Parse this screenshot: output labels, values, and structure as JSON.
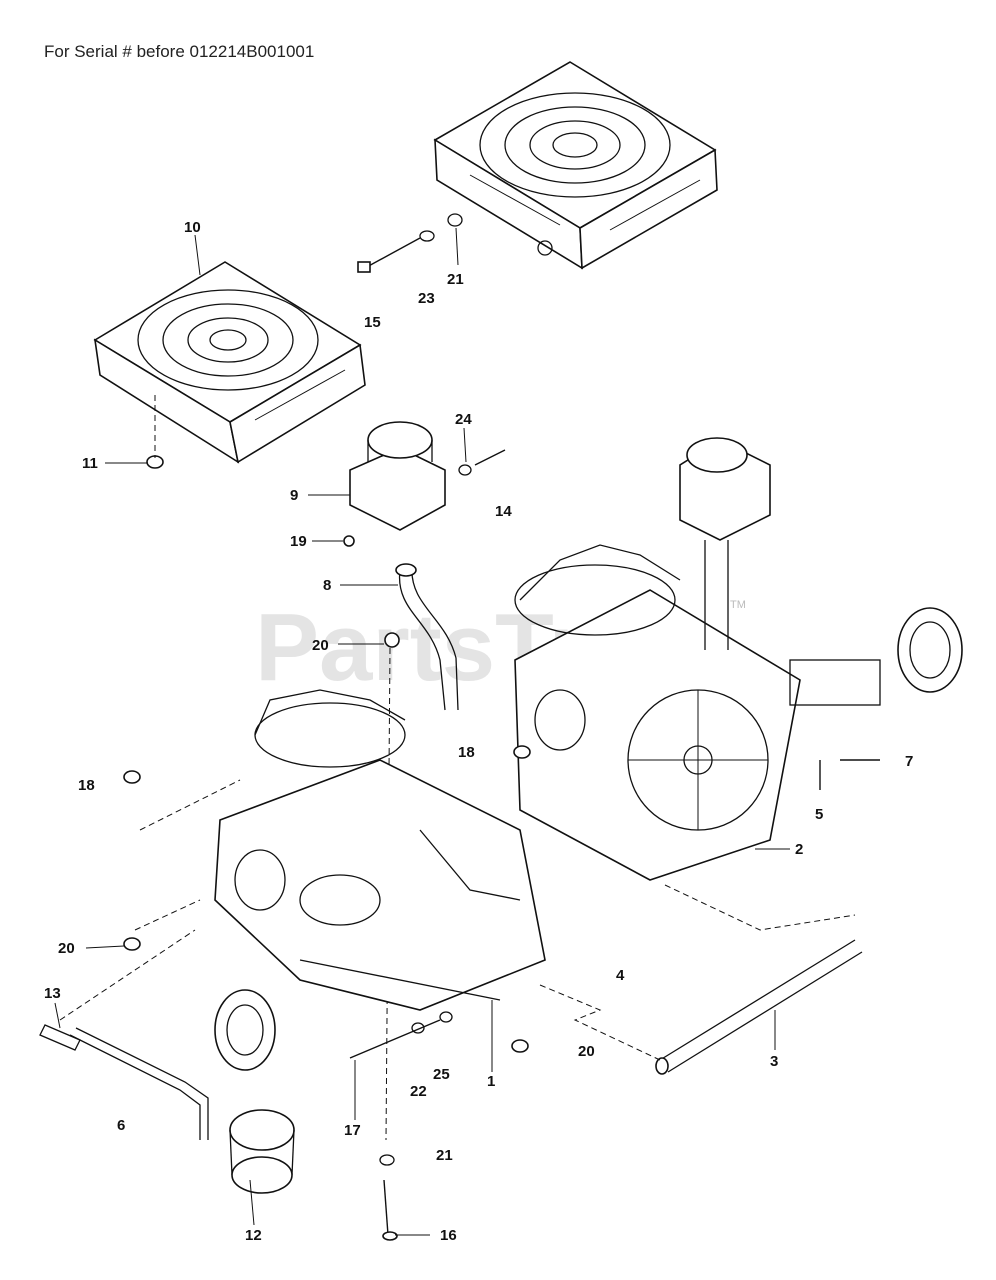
{
  "header": {
    "serial_note": "For Serial # before 012214B001001"
  },
  "watermark": {
    "text": "PartsTree",
    "trademark": "TM"
  },
  "callouts": {
    "c1": "1",
    "c2": "2",
    "c3": "3",
    "c4": "4",
    "c5": "5",
    "c6": "6",
    "c7": "7",
    "c8": "8",
    "c9": "9",
    "c10": "10",
    "c11": "11",
    "c12": "12",
    "c13": "13",
    "c14": "14",
    "c15": "15",
    "c16": "16",
    "c17": "17",
    "c18a": "18",
    "c18b": "18",
    "c19": "19",
    "c20a": "20",
    "c20b": "20",
    "c20c": "20",
    "c21a": "21",
    "c21b": "21",
    "c22": "22",
    "c23": "23",
    "c24": "24",
    "c25": "25"
  }
}
